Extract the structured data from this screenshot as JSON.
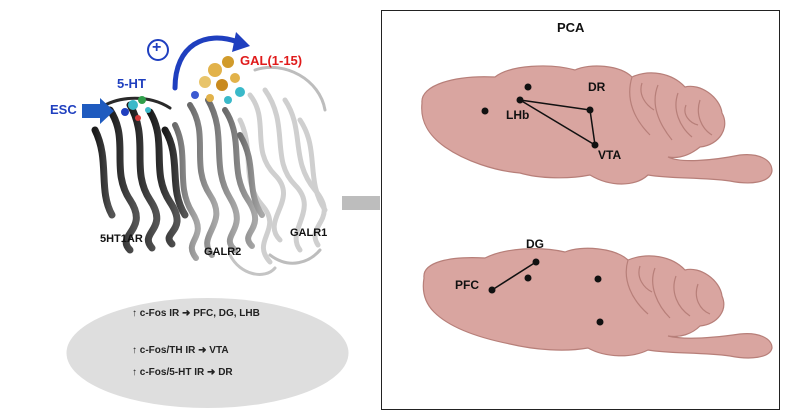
{
  "receptors": {
    "esc": "ESC",
    "serotonin": "5-HT",
    "galanin": "GAL(1-15)",
    "r1": "5HT1AR",
    "r2": "GALR2",
    "r3": "GALR1",
    "plus_symbol": "+"
  },
  "effects": {
    "line1": "c-Fos IR",
    "line1_target": "PFC, DG, LHB",
    "line2": "c-Fos/TH IR",
    "line2_target": "VTA",
    "line3": "c-Fos/5-HT IR",
    "line3_target": "DR"
  },
  "pca": {
    "title": "PCA",
    "top": {
      "lhb": "LHb",
      "dr": "DR",
      "vta": "VTA"
    },
    "bottom": {
      "dg": "DG",
      "pfc": "PFC"
    }
  },
  "colors": {
    "brain_fill": "#d9a5a0",
    "brain_stroke": "#b77f79",
    "blue": "#1f3fbf",
    "red": "#e01b1b",
    "arrow_gray": "#bdbdbd",
    "ellipse_gray": "#dedede"
  }
}
